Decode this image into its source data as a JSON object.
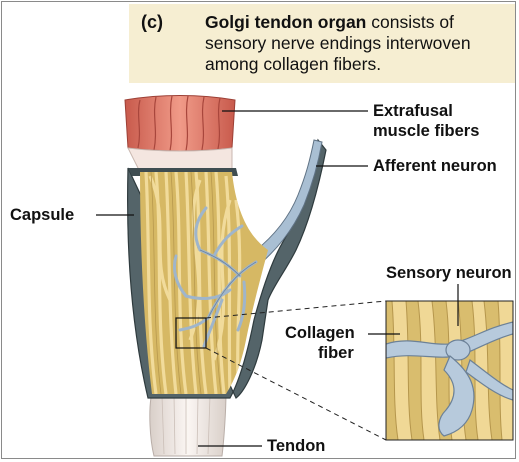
{
  "figure": {
    "panel_tag": "(c)",
    "caption_bold": "Golgi tendon organ",
    "caption_rest": " consists of sensory nerve endings interwoven among collagen fibers."
  },
  "labels": {
    "extrafusal_line1": "Extrafusal",
    "extrafusal_line2": "muscle fibers",
    "afferent": "Afferent neuron",
    "capsule": "Capsule",
    "sensory": "Sensory neuron",
    "collagen_line1": "Collagen",
    "collagen_line2": "fiber",
    "tendon": "Tendon"
  },
  "colors": {
    "caption_bg": "#f6eed2",
    "muscle": "#e08070",
    "tendon": "#f2e8e2",
    "collagen": "#e9cf8a",
    "nerve": "#a9bfd3",
    "capsule": "#55666a"
  }
}
